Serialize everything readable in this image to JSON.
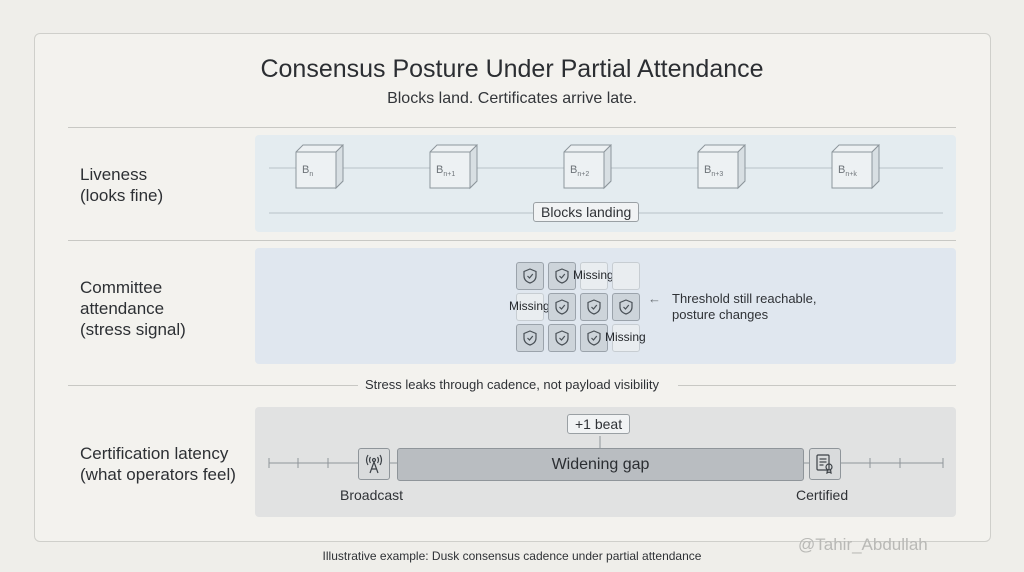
{
  "title": "Consensus Posture Under Partial Attendance",
  "subtitle": "Blocks land. Certificates arrive late.",
  "rows": {
    "liveness": {
      "title": "Liveness",
      "sub": "(looks fine)"
    },
    "committee": {
      "title1": "Committee",
      "title2": "attendance",
      "sub": "(stress signal)"
    },
    "latency": {
      "title": "Certification latency",
      "sub": "(what operators feel)"
    }
  },
  "blocks": {
    "prefix": "B",
    "subscripts": [
      "n",
      "n+1",
      "n+2",
      "n+3",
      "n+k"
    ],
    "pill": "Blocks landing"
  },
  "attendance": {
    "missing_label": "Missing",
    "grid": [
      [
        "shield",
        "shield",
        "missing",
        "empty"
      ],
      [
        "missing",
        "shield",
        "shield",
        "shield"
      ],
      [
        "shield",
        "shield",
        "shield",
        "missing"
      ]
    ],
    "arrow": "←",
    "note_line1": "Threshold still reachable,",
    "note_line2": "posture changes"
  },
  "divider_text": "Stress leaks through cadence, not payload visibility",
  "latency": {
    "beat": "+1 beat",
    "gap": "Widening gap",
    "start": "Broadcast",
    "end": "Certified",
    "start_icon": "broadcast-antenna-icon",
    "end_icon": "certificate-icon"
  },
  "footer": "Illustrative example: Dusk consensus cadence under partial attendance",
  "watermark": "@Tahir_Abdullah",
  "colors": {
    "panel_blue": "#e4ecf0",
    "panel_gray": "#e1e2e2",
    "cell": "#cdd4da",
    "bar": "#b9bdc1"
  }
}
